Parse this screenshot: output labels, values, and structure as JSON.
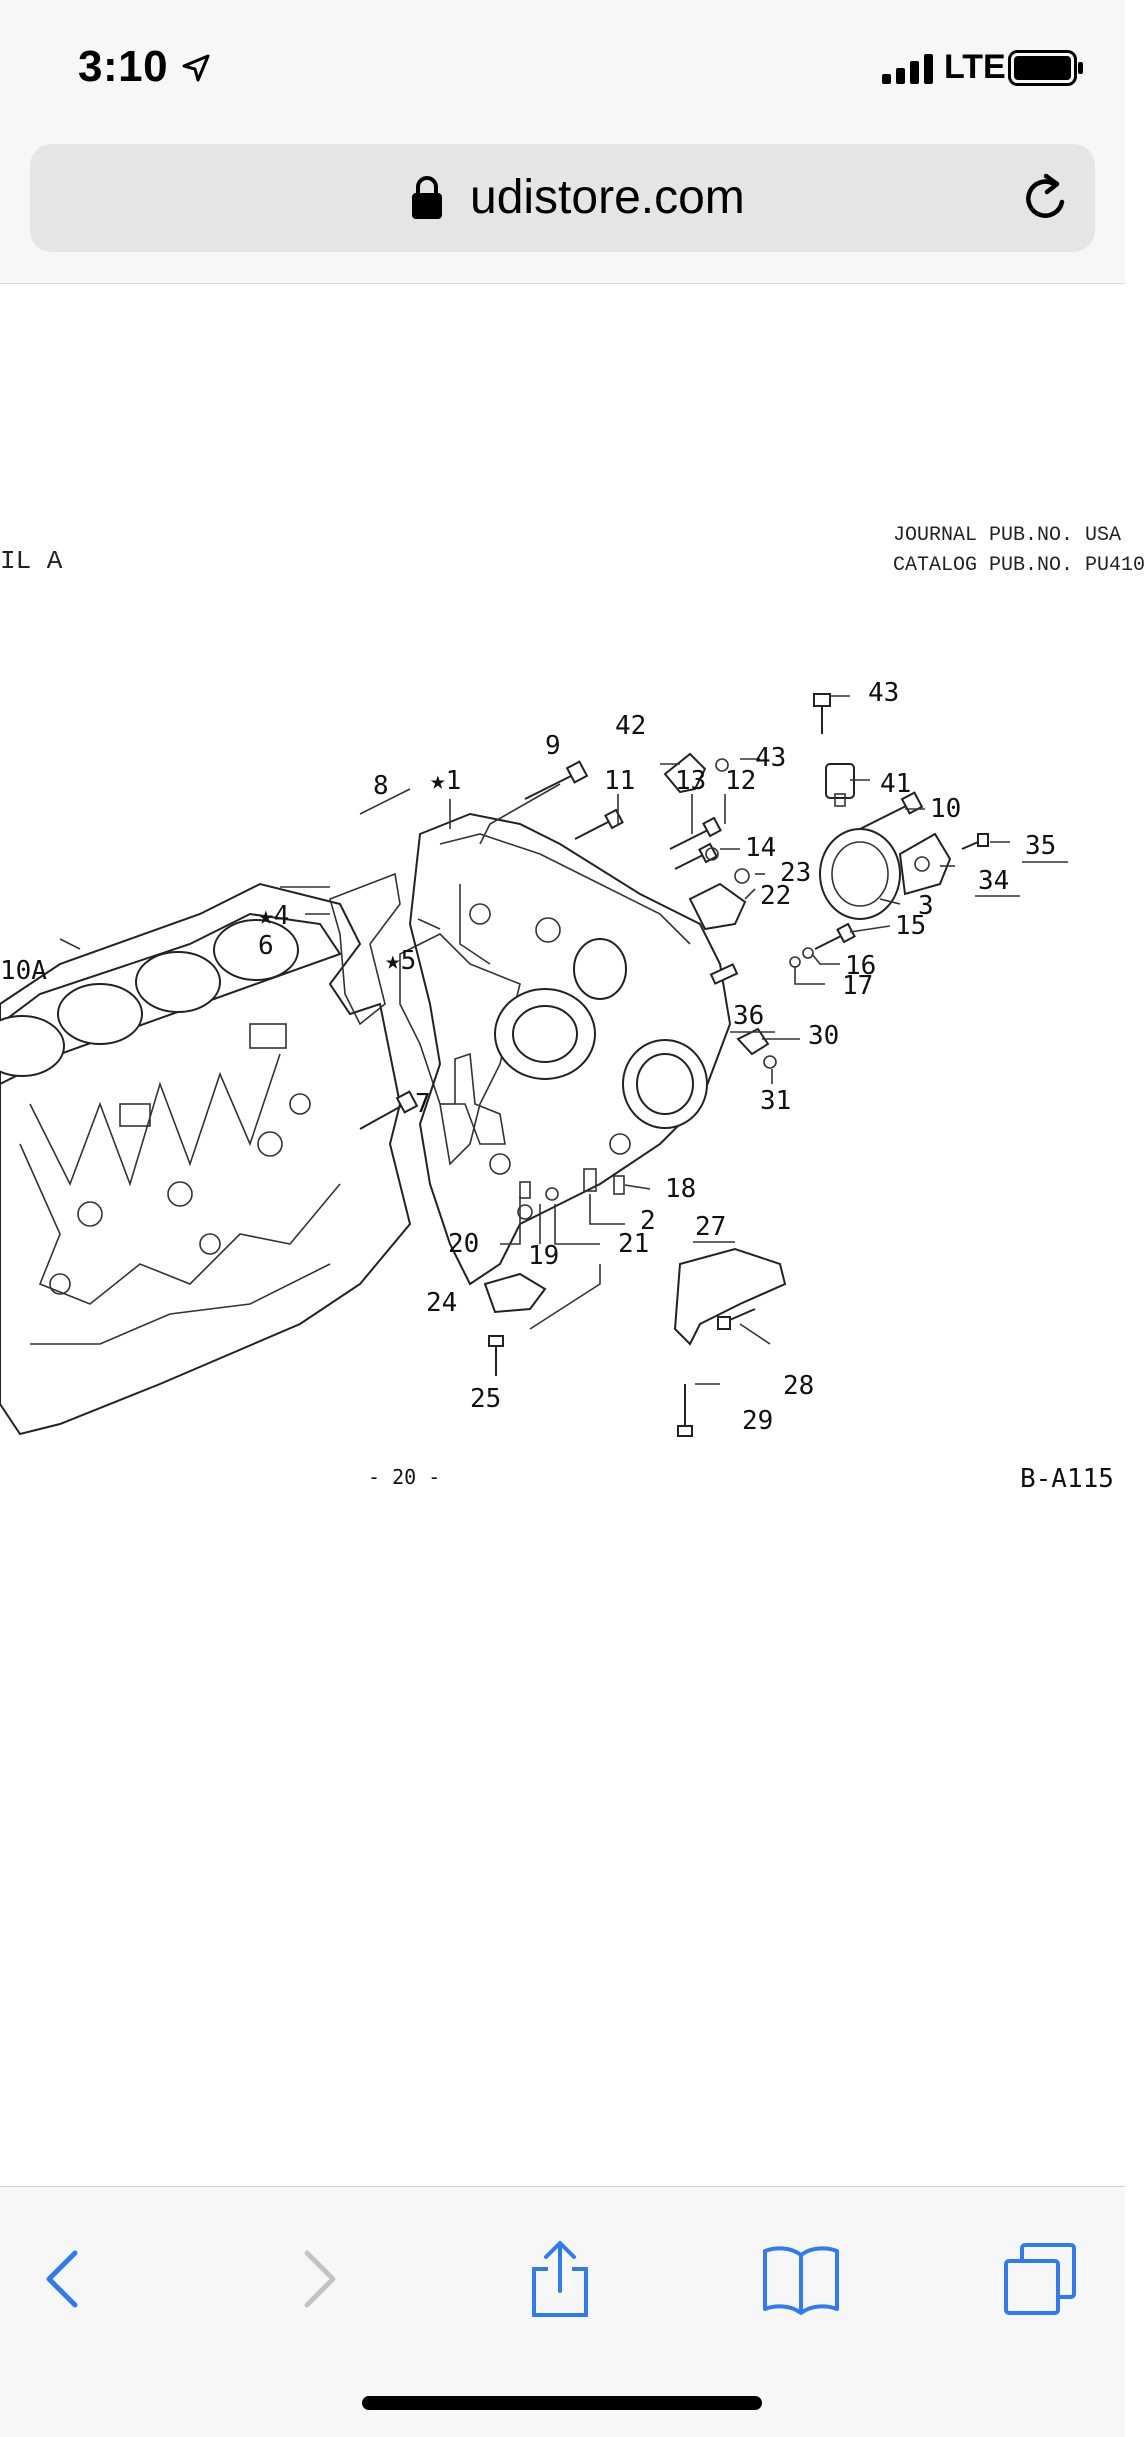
{
  "status_bar": {
    "time": "3:10",
    "carrier": "LTE",
    "icons": [
      "location-arrow-icon",
      "signal-bars-icon",
      "battery-icon"
    ]
  },
  "address_bar": {
    "url": "udistore.com",
    "icons": [
      "lock-icon",
      "reload-icon"
    ]
  },
  "page": {
    "left_header": "IL    A",
    "journal_line": "JOURNAL PUB.NO.  USA",
    "catalog_line": "CATALOG PUB.NO.  PU410",
    "page_number": "- 20 -",
    "figure_code": "B-A115",
    "callouts": {
      "c1": "★1",
      "c2": "2",
      "c3": "3",
      "c4": "★4",
      "c5": "★5",
      "c6": "6",
      "c7": "7",
      "c8": "8",
      "c9": "9",
      "c10": "10",
      "c10a": "10A",
      "c11": "11",
      "c12": "12",
      "c13": "13",
      "c14": "14",
      "c15": "15",
      "c16": "16",
      "c17": "17",
      "c18": "18",
      "c19": "19",
      "c20": "20",
      "c21": "21",
      "c22": "22",
      "c23": "23",
      "c24": "24",
      "c25": "25",
      "c27": "27",
      "c28": "28",
      "c29": "29",
      "c30": "30",
      "c31": "31",
      "c34": "34",
      "c35": "35",
      "c36": "36",
      "c41": "41",
      "c42": "42",
      "c43a": "43",
      "c43b": "43"
    }
  },
  "toolbar": {
    "buttons": [
      "back-icon",
      "forward-icon",
      "share-icon",
      "bookmarks-icon",
      "tabs-icon"
    ]
  },
  "colors": {
    "accent": "#2f7bf5",
    "chrome": "#f7f7f7",
    "url_bar": "#e5e5e6"
  }
}
